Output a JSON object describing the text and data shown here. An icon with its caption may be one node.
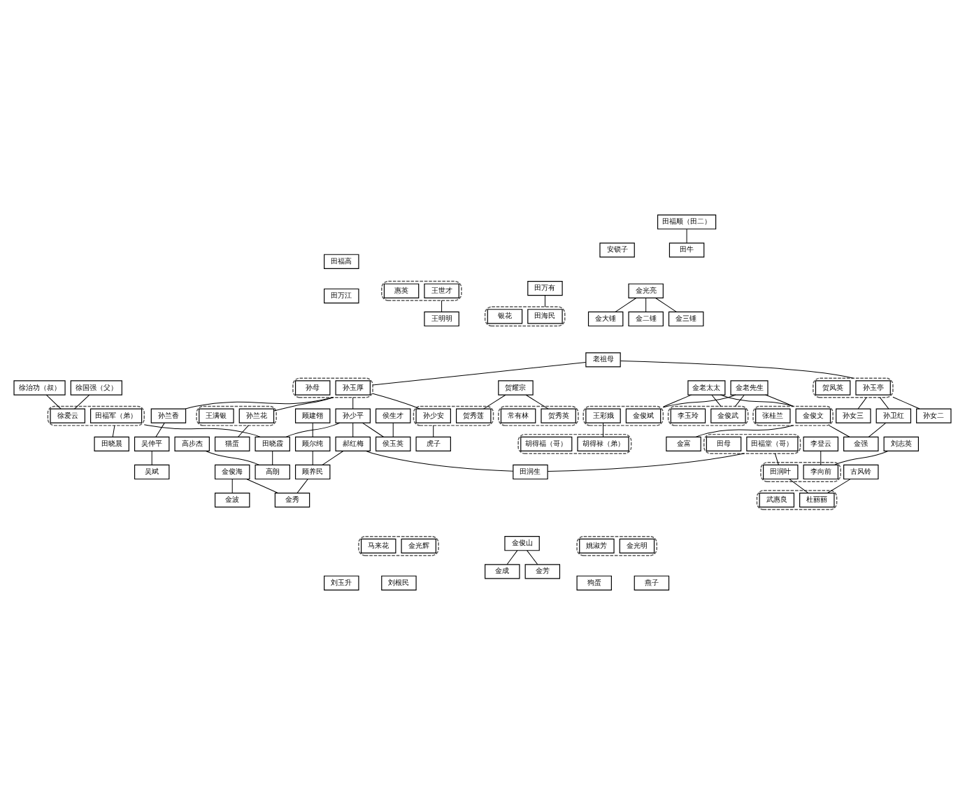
{
  "diagram": {
    "nodes": [
      {
        "text": [
          "老祖母"
        ]
      },
      {
        "text": [],
        "shape": "box"
      },
      {
        "text": [
          "孙玉厚"
        ],
        "in": 1
      },
      {
        "text": [
          "孙母"
        ],
        "in": 1
      },
      {
        "text": [],
        "shape": "box"
      },
      {
        "text": [
          "孙玉亭"
        ],
        "in": 4
      },
      {
        "text": [
          "贺凤英"
        ],
        "in": 4
      },
      {
        "text": [
          "金老先生"
        ]
      },
      {
        "text": [
          "金老太太"
        ]
      },
      {
        "text": [],
        "shape": "box"
      },
      {
        "text": [
          "金俊文"
        ],
        "in": 9
      },
      {
        "text": [
          "张桂兰"
        ],
        "in": 9
      },
      {
        "text": [],
        "shape": "box"
      },
      {
        "text": [
          "金俊武"
        ],
        "in": 12
      },
      {
        "text": [
          "李玉玲"
        ],
        "in": 12
      },
      {
        "text": [],
        "shape": "box"
      },
      {
        "text": [
          "金俊斌"
        ],
        "in": 15
      },
      {
        "text": [
          "王彩娥"
        ],
        "in": 15
      },
      {
        "text": [],
        "shape": "box"
      },
      {
        "text": [
          "孙兰花"
        ],
        "in": 18
      },
      {
        "text": [
          "王满银"
        ],
        "in": 18
      },
      {
        "text": [],
        "shape": "box"
      },
      {
        "text": [
          "孙少安"
        ],
        "in": 21
      },
      {
        "text": [
          "贺秀莲"
        ],
        "in": 21
      },
      {
        "text": [
          "孙兰香"
        ]
      },
      {
        "text": [
          "孙少平"
        ]
      },
      {
        "text": [
          "孙卫红"
        ]
      },
      {
        "text": [
          "孙女二"
        ]
      },
      {
        "text": [
          "孙女三"
        ]
      },
      {
        "text": [
          "金强"
        ]
      },
      {
        "text": [
          "金富"
        ]
      },
      {
        "text": [],
        "shape": "box"
      },
      {
        "text": [
          "胡得禄（弟）"
        ],
        "in": 31
      },
      {
        "text": [
          "胡得福（哥）"
        ],
        "in": 31
      },
      {
        "text": [
          "猫蛋"
        ]
      },
      {
        "text": [
          "虎子"
        ]
      },
      {
        "text": [
          "狗蛋"
        ]
      },
      {
        "text": [
          "燕子"
        ]
      },
      {
        "text": [
          "吴仲平"
        ]
      },
      {
        "text": [
          "侯生才"
        ]
      },
      {
        "text": [
          "顾建翎"
        ]
      },
      {
        "text": [
          "金俊海"
        ]
      },
      {
        "text": [
          "金俊山"
        ]
      },
      {
        "text": [
          "顾尔纯"
        ]
      },
      {
        "text": [
          "金秀"
        ]
      },
      {
        "text": [
          "金波"
        ]
      },
      {
        "text": [
          "金成"
        ]
      },
      {
        "text": [
          "金芳"
        ]
      },
      {
        "text": [
          "贺耀宗"
        ]
      },
      {
        "text": [
          "侯玉英"
        ]
      },
      {
        "text": [],
        "shape": "box"
      },
      {
        "text": [
          "贺秀英"
        ],
        "in": 50
      },
      {
        "text": [
          "常有林"
        ],
        "in": 50
      },
      {
        "text": [
          "郝红梅"
        ]
      },
      {
        "text": [
          "顾养民"
        ]
      },
      {
        "text": [
          "金光亮"
        ]
      },
      {
        "text": [],
        "shape": "box"
      },
      {
        "text": [
          "金光明"
        ],
        "in": 56
      },
      {
        "text": [
          "姚淑芳"
        ],
        "in": 56
      },
      {
        "text": [],
        "shape": "box"
      },
      {
        "text": [
          "金光辉"
        ],
        "in": 59
      },
      {
        "text": [
          "马来花"
        ],
        "in": 59
      },
      {
        "text": [
          "吴斌"
        ]
      },
      {
        "text": [
          "金大锤"
        ]
      },
      {
        "text": [
          "金二锤"
        ]
      },
      {
        "text": [
          "金三锤"
        ]
      },
      {
        "text": [],
        "shape": "box"
      },
      {
        "text": [
          "田福军（弟）"
        ],
        "in": 66
      },
      {
        "text": [
          "徐爱云"
        ],
        "in": 66
      },
      {
        "text": [],
        "shape": "box"
      },
      {
        "text": [
          "田福堂（哥）"
        ],
        "in": 69
      },
      {
        "text": [
          "田母"
        ],
        "in": 69
      },
      {
        "text": [
          "田福顺（田二）"
        ]
      },
      {
        "text": [
          "田福高"
        ]
      },
      {
        "text": [
          "田万有"
        ]
      },
      {
        "text": [
          "田万江"
        ]
      },
      {
        "text": [
          "田晓晨"
        ]
      },
      {
        "text": [
          "田晓霞"
        ]
      },
      {
        "text": [
          "田润生"
        ]
      },
      {
        "text": [],
        "shape": "box"
      },
      {
        "text": [
          "田润叶"
        ],
        "in": 79
      },
      {
        "text": [
          "李向前"
        ],
        "in": 79
      },
      {
        "text": [
          "李登云"
        ]
      },
      {
        "text": [
          "田牛"
        ]
      },
      {
        "text": [],
        "shape": "box"
      },
      {
        "text": [
          "田海民"
        ],
        "in": 84
      },
      {
        "text": [
          "银花"
        ],
        "in": 84
      },
      {
        "text": [
          "刘志英"
        ]
      },
      {
        "text": [
          "高步杰"
        ]
      },
      {
        "text": [
          "高朗"
        ]
      },
      {
        "text": [
          "古风铃"
        ]
      },
      {
        "text": [],
        "shape": "box"
      },
      {
        "text": [
          "杜丽丽"
        ],
        "in": 91
      },
      {
        "text": [
          "武惠良"
        ],
        "in": 91
      },
      {
        "text": [
          "刘玉升"
        ]
      },
      {
        "text": [
          "刘根民"
        ]
      },
      {
        "text": [
          "徐国强（父）"
        ]
      },
      {
        "text": [
          "徐治功（叔）"
        ]
      },
      {
        "text": [],
        "shape": "box"
      },
      {
        "text": [
          "王世才"
        ],
        "in": 98
      },
      {
        "text": [
          "惠英"
        ],
        "in": 98
      },
      {
        "text": [
          "安锁子"
        ]
      },
      {
        "text": [
          "王明明"
        ]
      }
    ],
    "edges": [
      {
        "from": 0,
        "to": 1,
        "arrow": "none"
      },
      {
        "from": 0,
        "to": 4,
        "arrow": "none"
      },
      {
        "from": 1,
        "to": 19,
        "arrow": "none"
      },
      {
        "from": 1,
        "to": 22,
        "arrow": "none"
      },
      {
        "from": 1,
        "to": 24,
        "arrow": "none"
      },
      {
        "from": 1,
        "to": 25,
        "arrow": "none"
      },
      {
        "from": 4,
        "to": 26,
        "arrow": "none"
      },
      {
        "from": 4,
        "to": 27,
        "arrow": "none"
      },
      {
        "from": 4,
        "to": 28,
        "arrow": "none"
      },
      {
        "from": 7,
        "to": 9,
        "arrow": "none"
      },
      {
        "from": 7,
        "to": 12,
        "arrow": "none"
      },
      {
        "from": 7,
        "to": 15,
        "arrow": "none"
      },
      {
        "from": 8,
        "to": 9,
        "arrow": "none"
      },
      {
        "from": 8,
        "to": 12,
        "arrow": "none"
      },
      {
        "from": 8,
        "to": 15,
        "arrow": "none"
      },
      {
        "from": 9,
        "to": 29,
        "arrow": "none"
      },
      {
        "from": 9,
        "to": 30,
        "arrow": "none"
      },
      {
        "from": 17,
        "to": 32,
        "arrow": "none"
      },
      {
        "from": 18,
        "to": 34,
        "arrow": "none"
      },
      {
        "from": 21,
        "to": 35,
        "arrow": "none"
      },
      {
        "from": 48,
        "to": 23,
        "arrow": "none"
      },
      {
        "from": 48,
        "to": 51,
        "arrow": "none"
      },
      {
        "from": 24,
        "to": 38,
        "arrow": "none"
      },
      {
        "from": 38,
        "to": 62,
        "arrow": "none"
      },
      {
        "from": 25,
        "to": 49,
        "arrow": "none"
      },
      {
        "from": 25,
        "to": 53,
        "arrow": "none"
      },
      {
        "from": 25,
        "to": 77,
        "arrow": "none"
      },
      {
        "from": 26,
        "to": 29,
        "arrow": "none"
      },
      {
        "from": 39,
        "to": 49,
        "arrow": "none"
      },
      {
        "from": 40,
        "to": 43,
        "arrow": "none"
      },
      {
        "from": 43,
        "to": 54,
        "arrow": "none"
      },
      {
        "from": 54,
        "to": 44,
        "arrow": "none"
      },
      {
        "from": 41,
        "to": 44,
        "arrow": "none"
      },
      {
        "from": 41,
        "to": 45,
        "arrow": "none"
      },
      {
        "from": 42,
        "to": 46,
        "arrow": "none"
      },
      {
        "from": 42,
        "to": 47,
        "arrow": "none"
      },
      {
        "from": 53,
        "to": 54,
        "arrow": "none"
      },
      {
        "from": 53,
        "to": 78,
        "arrow": "none"
      },
      {
        "from": 55,
        "to": 63,
        "arrow": "none"
      },
      {
        "from": 55,
        "to": 64,
        "arrow": "none"
      },
      {
        "from": 55,
        "to": 65,
        "arrow": "none"
      },
      {
        "from": 66,
        "to": 76,
        "arrow": "none"
      },
      {
        "from": 66,
        "to": 77,
        "arrow": "none"
      },
      {
        "from": 77,
        "to": 89,
        "arrow": "none"
      },
      {
        "from": 88,
        "to": 89,
        "arrow": "none"
      },
      {
        "from": 96,
        "to": 68,
        "arrow": "none"
      },
      {
        "from": 97,
        "to": 68,
        "arrow": "none"
      },
      {
        "from": 69,
        "to": 78,
        "arrow": "none"
      },
      {
        "from": 69,
        "to": 80,
        "arrow": "none"
      },
      {
        "from": 80,
        "to": 92,
        "arrow": "none"
      },
      {
        "from": 82,
        "to": 81,
        "arrow": "none"
      },
      {
        "from": 87,
        "to": 81,
        "arrow": "none"
      },
      {
        "from": 90,
        "to": 92,
        "arrow": "none"
      },
      {
        "from": 98,
        "to": 102,
        "arrow": "none"
      },
      {
        "from": 72,
        "to": 83,
        "arrow": "none"
      },
      {
        "from": 74,
        "to": 84,
        "arrow": "none"
      }
    ]
  }
}
